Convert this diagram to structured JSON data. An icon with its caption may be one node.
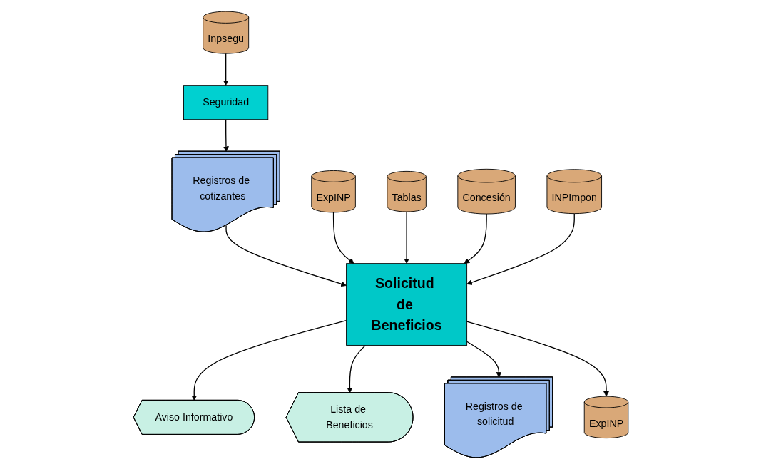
{
  "diagram": {
    "nodes": [
      {
        "text": [
          "Inpsegu"
        ]
      },
      {
        "text": [
          "Seguridad"
        ]
      },
      {
        "text": [
          "Registros de cotizantes"
        ]
      },
      {
        "text": [
          "ExpINP"
        ]
      },
      {
        "text": [
          "Tablas"
        ]
      },
      {
        "text": [
          "Concesión"
        ]
      },
      {
        "text": [
          "INPImpon"
        ]
      },
      {
        "text": [
          "Solicitud de Beneficios"
        ]
      },
      {
        "text": [
          "Aviso Informativo"
        ]
      },
      {
        "text": [
          "Lista de Beneficios"
        ]
      },
      {
        "text": [
          "Registros de solicitud"
        ]
      },
      {
        "text": [
          "ExpINP"
        ]
      }
    ],
    "edges": [
      {
        "from": 0,
        "to": 1,
        "arrow": "to"
      },
      {
        "from": 1,
        "to": 2,
        "arrow": "to"
      },
      {
        "from": 2,
        "to": 7,
        "arrow": "to"
      },
      {
        "from": 3,
        "to": 7,
        "arrow": "to"
      },
      {
        "from": 4,
        "to": 7,
        "arrow": "to"
      },
      {
        "from": 5,
        "to": 7,
        "arrow": "to"
      },
      {
        "from": 6,
        "to": 7,
        "arrow": "to"
      },
      {
        "from": 7,
        "to": 8,
        "arrow": "to"
      },
      {
        "from": 7,
        "to": 9,
        "arrow": "to"
      },
      {
        "from": 7,
        "to": 10,
        "arrow": "to"
      },
      {
        "from": 7,
        "to": 11,
        "arrow": "to"
      }
    ]
  }
}
